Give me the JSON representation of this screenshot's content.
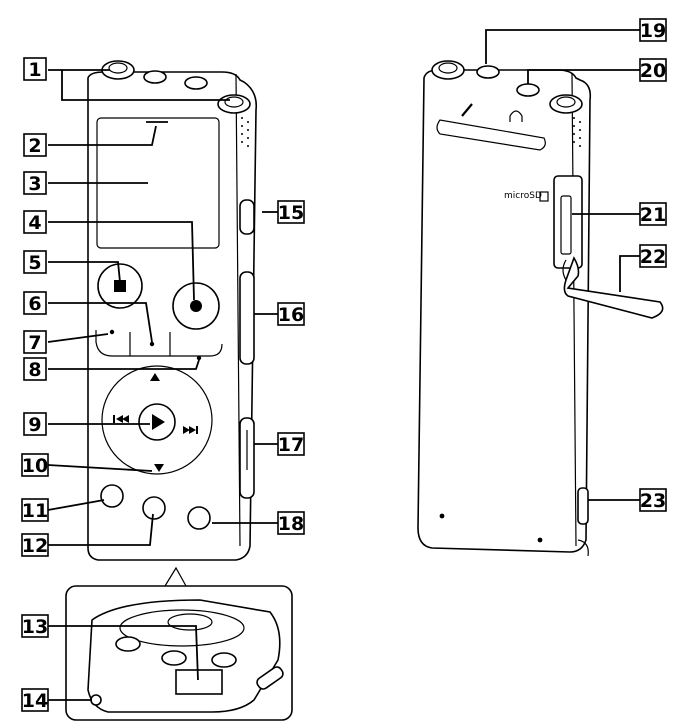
{
  "callouts": [
    {
      "id": "1",
      "label": "1"
    },
    {
      "id": "2",
      "label": "2"
    },
    {
      "id": "3",
      "label": "3"
    },
    {
      "id": "4",
      "label": "4"
    },
    {
      "id": "5",
      "label": "5"
    },
    {
      "id": "6",
      "label": "6"
    },
    {
      "id": "7",
      "label": "7"
    },
    {
      "id": "8",
      "label": "8"
    },
    {
      "id": "9",
      "label": "9"
    },
    {
      "id": "10",
      "label": "10"
    },
    {
      "id": "11",
      "label": "11"
    },
    {
      "id": "12",
      "label": "12"
    },
    {
      "id": "13",
      "label": "13"
    },
    {
      "id": "14",
      "label": "14"
    },
    {
      "id": "15",
      "label": "15"
    },
    {
      "id": "16",
      "label": "16"
    },
    {
      "id": "17",
      "label": "17"
    },
    {
      "id": "18",
      "label": "18"
    },
    {
      "id": "19",
      "label": "19"
    },
    {
      "id": "20",
      "label": "20"
    },
    {
      "id": "21",
      "label": "21"
    },
    {
      "id": "22",
      "label": "22"
    },
    {
      "id": "23",
      "label": "23"
    }
  ],
  "device_text": {
    "microsd": "microSD"
  },
  "icons": {
    "stop": "stop-icon",
    "record": "record-icon",
    "play": "play-icon",
    "prev": "previous-track-icon",
    "next": "next-track-icon",
    "up": "up-arrow-icon",
    "down": "down-arrow-icon",
    "mic": "microphone-icon",
    "headphone": "headphone-icon",
    "card": "sd-card-icon"
  }
}
